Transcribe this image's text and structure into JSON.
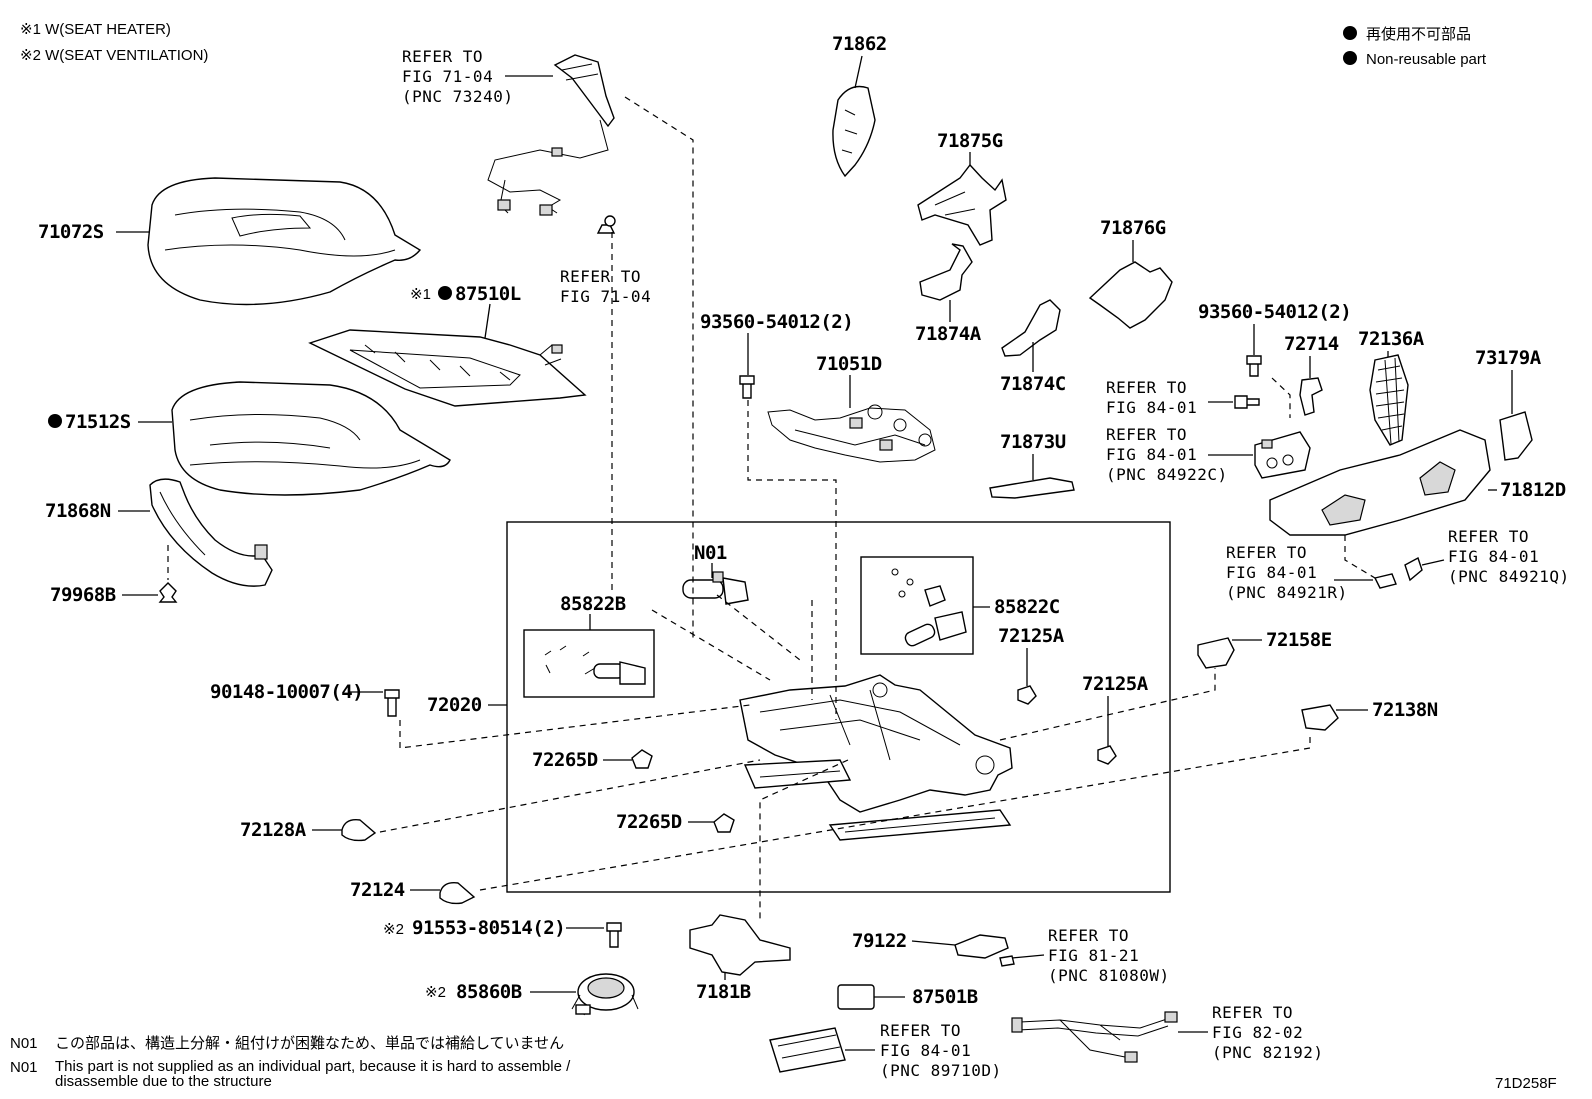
{
  "notes": {
    "n1": "※1  W(SEAT HEATER)",
    "n2": "※2  W(SEAT VENTILATION)"
  },
  "legend": {
    "jp": "再使用不可部品",
    "en": "Non-reusable part"
  },
  "footnotes": {
    "code": "N01",
    "jp": "この部品は、構造上分解・組付けが困難なため、単品では補給していません",
    "en_1": "This part is not supplied as an individual part, because it is hard to assemble /",
    "en_2": "disassemble due to the structure"
  },
  "figure_id": "71D258F",
  "marks": {
    "n1": "※1",
    "n2": "※2"
  },
  "parts": {
    "p71072S": "71072S",
    "p87510L": "87510L",
    "p71512S": "71512S",
    "p71868N": "71868N",
    "p79968B": "79968B",
    "p90148": "90148-10007(4)",
    "p72020": "72020",
    "p72128A": "72128A",
    "p72124": "72124",
    "p91553": "91553-80514(2)",
    "p85860B": "85860B",
    "p85822B": "85822B",
    "pN01": "N01",
    "p72265D_1": "72265D",
    "p72265D_2": "72265D",
    "p7181B": "7181B",
    "p79122": "79122",
    "p87501B": "87501B",
    "p71862": "71862",
    "p71875G": "71875G",
    "p71874A": "71874A",
    "p93560_1": "93560-54012(2)",
    "p71051D": "71051D",
    "p71876G": "71876G",
    "p71874C": "71874C",
    "p71873U": "71873U",
    "p85822C": "85822C",
    "p72125A_1": "72125A",
    "p72125A_2": "72125A",
    "p93560_2": "93560-54012(2)",
    "p72714": "72714",
    "p72136A": "72136A",
    "p73179A": "73179A",
    "p71812D": "71812D",
    "p72158E": "72158E",
    "p72138N": "72138N"
  },
  "refs": {
    "r1": {
      "l1": "REFER TO",
      "l2": "FIG 71-04",
      "l3": "(PNC 73240)"
    },
    "r2": {
      "l1": "REFER TO",
      "l2": "FIG 71-04"
    },
    "r3": {
      "l1": "REFER TO",
      "l2": "FIG 84-01"
    },
    "r4": {
      "l1": "REFER TO",
      "l2": "FIG 84-01",
      "l3": "(PNC 84922C)"
    },
    "r5": {
      "l1": "REFER TO",
      "l2": "FIG 84-01",
      "l3": "(PNC 84921R)"
    },
    "r6": {
      "l1": "REFER TO",
      "l2": "FIG 84-01",
      "l3": "(PNC 84921Q)"
    },
    "r7": {
      "l1": "REFER TO",
      "l2": "FIG 81-21",
      "l3": "(PNC 81080W)"
    },
    "r8": {
      "l1": "REFER TO",
      "l2": "FIG 84-01",
      "l3": "(PNC 89710D)"
    },
    "r9": {
      "l1": "REFER TO",
      "l2": "FIG 82-02",
      "l3": "(PNC 82192)"
    }
  }
}
